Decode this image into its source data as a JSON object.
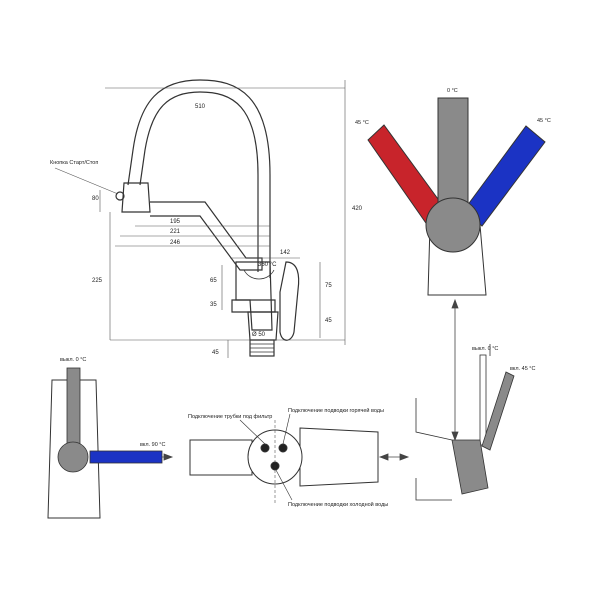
{
  "colors": {
    "hot": "#c8242b",
    "cold": "#1b33c4",
    "body": "#8a8a8a",
    "line": "#333333"
  },
  "faucet": {
    "button_label": "Кнопка Старт/Стоп",
    "dims": {
      "d510": "510",
      "d420": "420",
      "d80": "80",
      "d195": "195",
      "d221": "221",
      "d246": "246",
      "d142": "142",
      "d360": "360 °C",
      "d65": "65",
      "d35": "35",
      "d75": "75",
      "d45a": "45",
      "d225": "225",
      "d50": "Ø 50",
      "d45b": "45"
    }
  },
  "lever_top": {
    "center_label": "0 °C",
    "left_label": "45 °C",
    "right_label": "45 °C"
  },
  "lever_left": {
    "off_label": "выкл. 0 °C",
    "on_label": "вкл. 90 °C"
  },
  "base_section": {
    "filter_label": "Подключение трубки под фильтр",
    "hot_label": "Подключение подводки горячей воды",
    "cold_label": "Подключение подводки холодной воды"
  },
  "side_view": {
    "off_label": "выкл. 0 °C",
    "on_label": "вкл. 45 °C"
  }
}
